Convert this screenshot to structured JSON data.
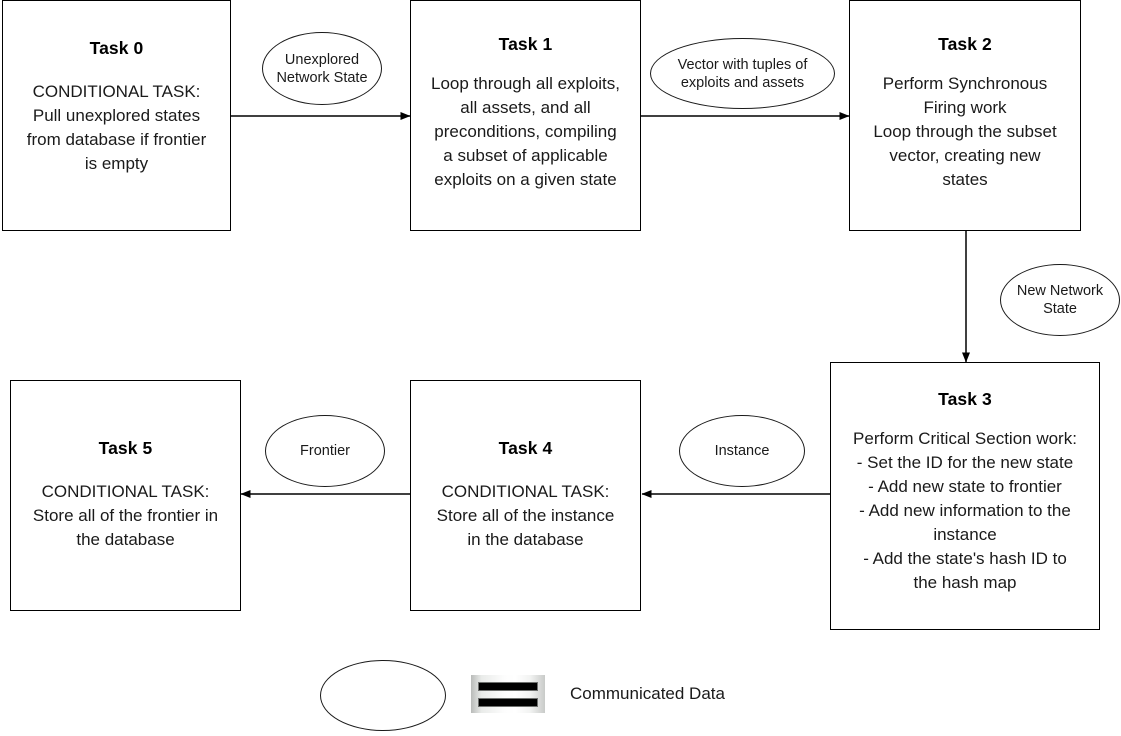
{
  "diagram": {
    "title": "Task pipeline flow diagram",
    "nodes": [
      {
        "id": "task0",
        "title": "Task 0",
        "body": "CONDITIONAL TASK:\nPull unexplored states\nfrom database if frontier\nis empty"
      },
      {
        "id": "task1",
        "title": "Task 1",
        "body": "Loop through all exploits,\nall assets, and all\npreconditions, compiling\na subset of applicable\nexploits on a given state"
      },
      {
        "id": "task2",
        "title": "Task 2",
        "body": "Perform Synchronous\nFiring work\nLoop through the subset\nvector, creating new\nstates"
      },
      {
        "id": "task3",
        "title": "Task 3",
        "body": "Perform Critical Section work:\n- Set the ID for the new state\n- Add new state to frontier\n- Add new information to the\ninstance\n- Add the state's hash ID to\nthe hash map"
      },
      {
        "id": "task4",
        "title": "Task 4",
        "body": "CONDITIONAL TASK:\nStore all of the instance\nin the database"
      },
      {
        "id": "task5",
        "title": "Task 5",
        "body": "CONDITIONAL TASK:\nStore all of the frontier in\nthe database"
      }
    ],
    "data_labels": [
      {
        "id": "unexplored-network-state",
        "text": "Unexplored\nNetwork State"
      },
      {
        "id": "vector-tuples",
        "text": "Vector with tuples of\nexploits and assets"
      },
      {
        "id": "new-network-state",
        "text": "New Network\nState"
      },
      {
        "id": "instance",
        "text": "Instance"
      },
      {
        "id": "frontier",
        "text": "Frontier"
      }
    ],
    "legend": {
      "label": "Communicated Data"
    },
    "colors": {
      "stroke": "#000000",
      "text": "#1a1a1a",
      "background": "#ffffff"
    }
  }
}
